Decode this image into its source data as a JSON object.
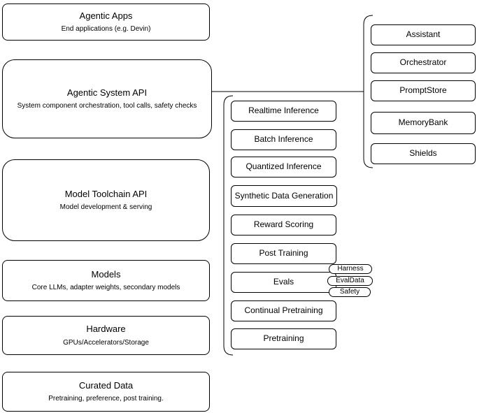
{
  "left_stack": [
    {
      "title": "Agentic Apps",
      "subtitle": "End applications (e.g. Devin)"
    },
    {
      "title": "Agentic System API",
      "subtitle": "System component orchestration, tool calls, safety checks"
    },
    {
      "title": "Model Toolchain API",
      "subtitle": "Model development & serving"
    },
    {
      "title": "Models",
      "subtitle": "Core LLMs, adapter weights, secondary models"
    },
    {
      "title": "Hardware",
      "subtitle": "GPUs/Accelerators/Storage"
    },
    {
      "title": "Curated Data",
      "subtitle": "Pretraining, preference, post training."
    }
  ],
  "middle_stack": {
    "items": [
      "Realtime Inference",
      "Batch Inference",
      "Quantized Inference",
      "Synthetic Data Generation",
      "Reward Scoring",
      "Post Training",
      "Evals",
      "Continual Pretraining",
      "Pretraining"
    ]
  },
  "evals_tags": [
    "Harness",
    "EvalData",
    "Safety"
  ],
  "right_stack": [
    "Assistant",
    "Orchestrator",
    "PromptStore",
    "MemoryBank",
    "Shields"
  ],
  "colors": {
    "line": "#000000",
    "background": "#ffffff",
    "text": "#000000"
  }
}
